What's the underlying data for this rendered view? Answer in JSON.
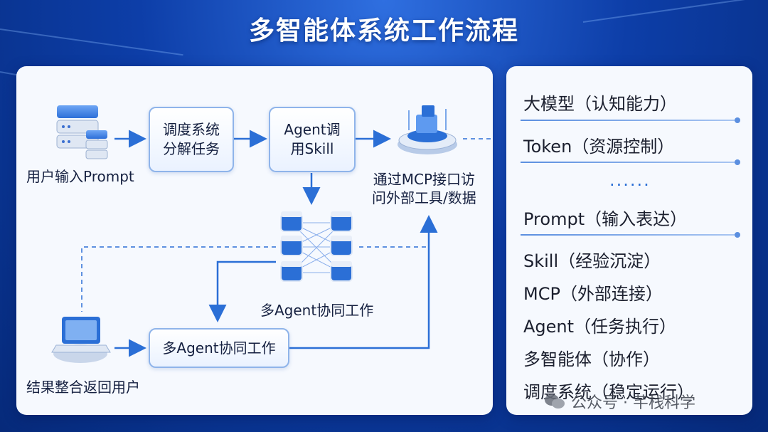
{
  "title": "多智能体系统工作流程",
  "flow": {
    "user_input": "用户输入Prompt",
    "dispatch": "调度系统\n分解任务",
    "agent_skill": "Agent调\n用Skill",
    "mcp": "通过MCP接口访\n问外部工具/数据",
    "collab_network": "多Agent协同工作",
    "collab_box": "多Agent协同工作",
    "result": "结果整合返回用户"
  },
  "legend": {
    "items": [
      "大模型（认知能力）",
      "Token（资源控制）",
      "......",
      "Prompt（输入表达）",
      "Skill（经验沉淀）",
      "MCP（外部连接）",
      "Agent（任务执行）",
      "多智能体（协作）",
      "调度系统（稳定运行）"
    ]
  },
  "watermark": "公众号 · 芊栈科学",
  "colors": {
    "accent": "#2b6fd6",
    "node_border": "#8fb4ea",
    "text": "#152040"
  }
}
